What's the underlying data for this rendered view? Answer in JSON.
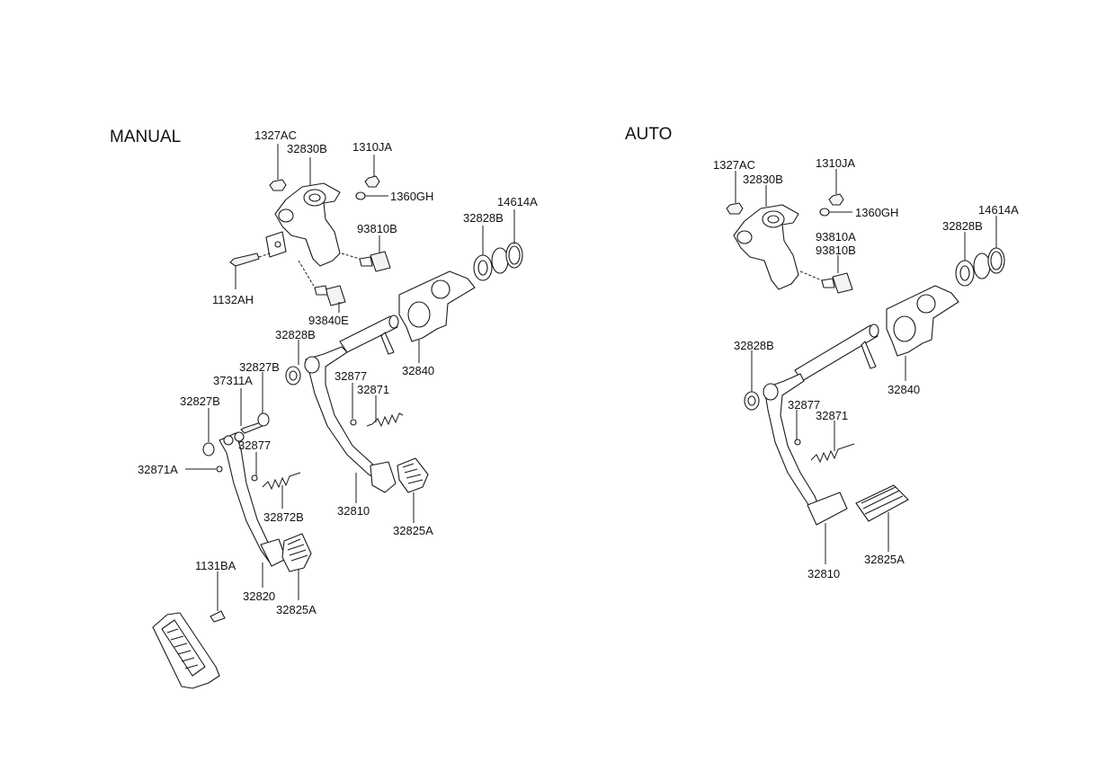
{
  "manual": {
    "title": "MANUAL",
    "labels": {
      "p1327AC": "1327AC",
      "p32830B": "32830B",
      "p1310JA": "1310JA",
      "p1360GH": "1360GH",
      "p14614A": "14614A",
      "p32828B_top": "32828B",
      "p93810B": "93810B",
      "p1132AH": "1132AH",
      "p93840E": "93840E",
      "p32828B_mid": "32828B",
      "p32840": "32840",
      "p32827B_upper": "32827B",
      "p37311A": "37311A",
      "p32877_right": "32877",
      "p32871": "32871",
      "p32827B_left": "32827B",
      "p32877_left": "32877",
      "p32871A": "32871A",
      "p32872B": "32872B",
      "p32810": "32810",
      "p32825A_right": "32825A",
      "p1131BA": "1131BA",
      "p32820": "32820",
      "p32825A_left": "32825A"
    }
  },
  "auto": {
    "title": "AUTO",
    "labels": {
      "p1327AC": "1327AC",
      "p32830B": "32830B",
      "p1310JA": "1310JA",
      "p1360GH": "1360GH",
      "p14614A": "14614A",
      "p32828B_top": "32828B",
      "p93810A": "93810A",
      "p93810B": "93810B",
      "p32828B_left": "32828B",
      "p32840": "32840",
      "p32877": "32877",
      "p32871": "32871",
      "p32810": "32810",
      "p32825A": "32825A"
    }
  }
}
